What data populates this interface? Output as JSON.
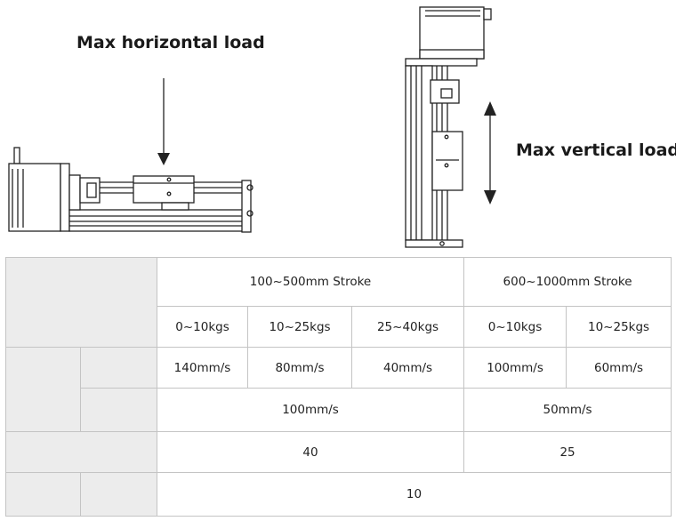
{
  "figure": {
    "horizontal_label": "Max horizontal load",
    "vertical_label": "Max vertical load"
  },
  "table": {
    "header_groups": [
      "100~500mm Stroke",
      "600~1000mm Stroke"
    ],
    "load_ranges": [
      "0~10kgs",
      "10~25kgs",
      "25~40kgs",
      "0~10kgs",
      "10~25kgs"
    ],
    "speed_row": [
      "140mm/s",
      "80mm/s",
      "40mm/s",
      "100mm/s",
      "60mm/s"
    ],
    "vertical_speed": [
      "100mm/s",
      "50mm/s"
    ],
    "load_row": [
      "40",
      "25"
    ],
    "last_row": "10"
  }
}
